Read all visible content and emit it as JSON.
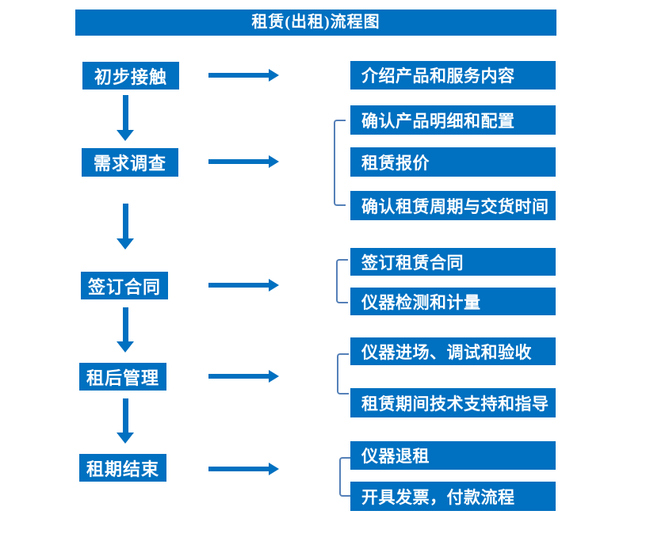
{
  "title": "租赁(出租)流程图",
  "colors": {
    "primary": "#0070C0",
    "bracket": "#5580B8",
    "box_text": "#FFFFFF",
    "background": "#FFFFFF"
  },
  "steps": [
    {
      "label": "初步接触",
      "outputs": [
        "介绍产品和服务内容"
      ]
    },
    {
      "label": "需求调查",
      "outputs": [
        "确认产品明细和配置",
        "租赁报价",
        "确认租赁周期与交货时间"
      ]
    },
    {
      "label": "签订合同",
      "outputs": [
        "签订租赁合同",
        "仪器检测和计量"
      ]
    },
    {
      "label": "租后管理",
      "outputs": [
        "仪器进场、调试和验收",
        "租赁期间技术支持和指导"
      ]
    },
    {
      "label": "租期结束",
      "outputs": [
        "仪器退租",
        "开具发票，付款流程"
      ]
    }
  ]
}
